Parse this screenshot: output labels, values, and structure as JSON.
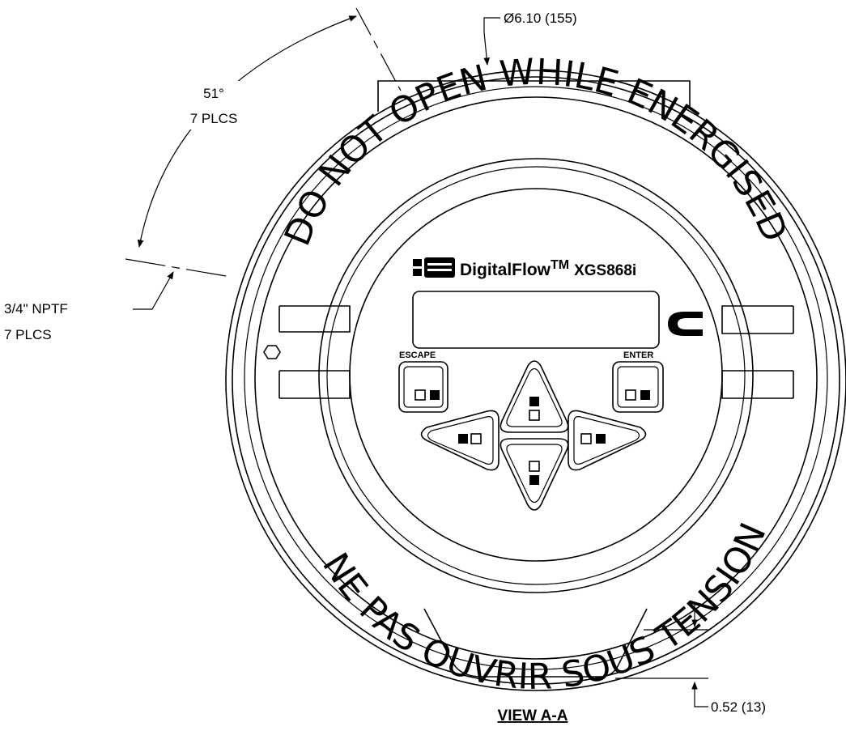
{
  "dimensions": {
    "diameter": "Ø6.10 (155)",
    "angle": "51°",
    "angle_count": "7 PLCS",
    "thread": "3/4\" NPTF",
    "thread_count": "7 PLCS",
    "depth": "0.52 (13)"
  },
  "ring_text": {
    "top": "DO NOT OPEN WHILE ENERGISED",
    "bottom": "NE PAS OUVRIR SOUS TENSION"
  },
  "device": {
    "brand": "DigitalFlow",
    "trademark": "TM",
    "model": "XGS868i",
    "escape_label": "ESCAPE",
    "enter_label": "ENTER"
  },
  "view_label": "VIEW A-A"
}
